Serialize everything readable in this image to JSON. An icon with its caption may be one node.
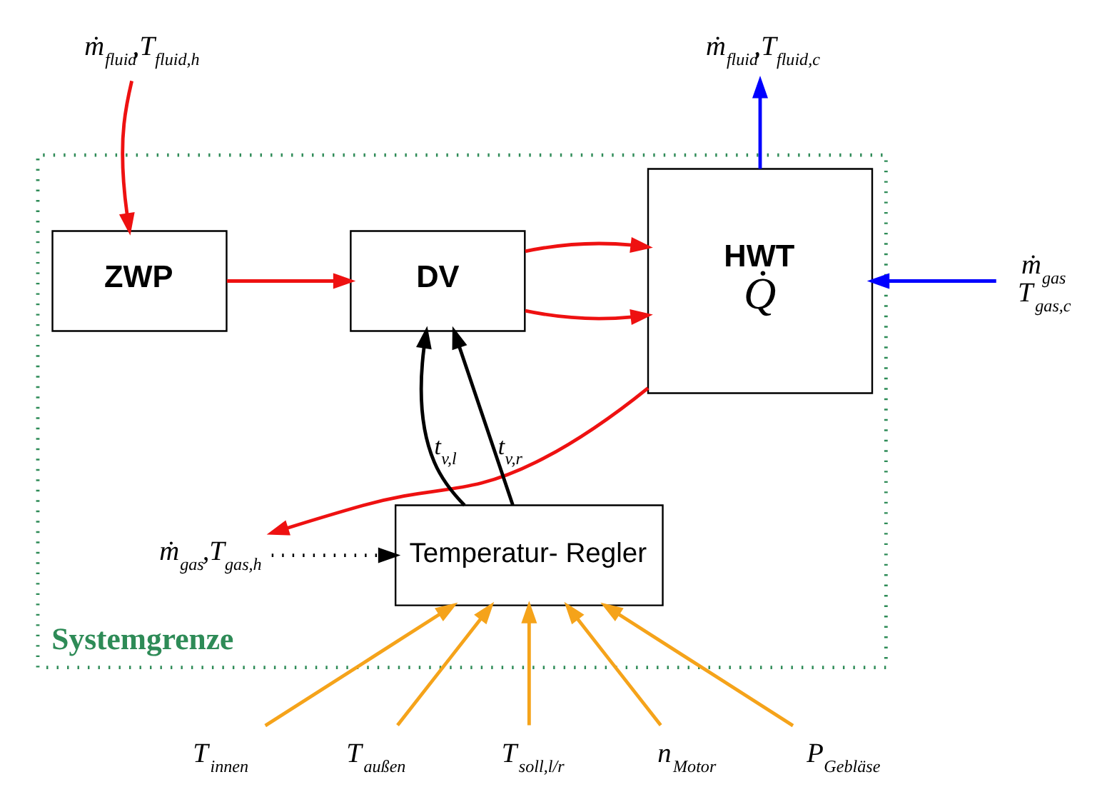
{
  "diagram": {
    "nodes": [
      {
        "text": [
          "ṁ$_{fluid}$,T$_{fluid,h}$"
        ]
      },
      {
        "text": [
          "Systemgrenze"
        ]
      },
      {
        "text": [
          "ZWP"
        ],
        "in": 1
      },
      {
        "text": [
          "DV"
        ],
        "in": 1
      },
      {
        "text": [
          "HWT",
          "Q̇"
        ],
        "in": 1
      },
      {
        "text": [
          "ṁ$_{fluid}$,T$_{fluid,c}$"
        ]
      },
      {
        "text": [
          "ṁ$_{gas}$",
          "T$_{gas,c}$"
        ]
      },
      {
        "text": [
          "ṁ$_{gas}$,T$_{gas,h}$"
        ],
        "in": 1
      },
      {
        "text": [
          "Temperatur- Regler"
        ],
        "in": 1
      },
      {
        "text": [
          "T$_{innen}$"
        ]
      },
      {
        "text": [
          "T$_{außen}$"
        ]
      },
      {
        "text": [
          "T$_{soll,l/r}$"
        ]
      },
      {
        "text": [
          "n$_{Motor}$"
        ]
      },
      {
        "text": [
          "P$_{Gebläse}$"
        ]
      }
    ],
    "edges": [
      {
        "from": 0,
        "to": 2,
        "arrow": "to"
      },
      {
        "from": 2,
        "to": 3,
        "arrow": "to"
      },
      {
        "from": 3,
        "to": 4,
        "arrow": "to"
      },
      {
        "from": 3,
        "to": 4,
        "arrow": "to"
      },
      {
        "from": 4,
        "to": 5,
        "arrow": "to",
        "color": "#0000ff"
      },
      {
        "from": 6,
        "to": 4,
        "arrow": "to",
        "color": "#0000ff"
      },
      {
        "from": 4,
        "to": 7,
        "arrow": "to"
      },
      {
        "from": 7,
        "to": 8,
        "arrow": "to",
        "style": "dashed",
        "color": "#000000"
      },
      {
        "from": 8,
        "to": 3,
        "arrow": "to",
        "label": "t$_{v,l}$",
        "color": "#000000"
      },
      {
        "from": 8,
        "to": 3,
        "arrow": "to",
        "label": "t$_{v,r}$",
        "color": "#000000"
      },
      {
        "from": 9,
        "to": 8,
        "arrow": "to",
        "color": "#f5a31a"
      },
      {
        "from": 10,
        "to": 8,
        "arrow": "to",
        "color": "#f5a31a"
      },
      {
        "from": 11,
        "to": 8,
        "arrow": "to",
        "color": "#f5a31a"
      },
      {
        "from": 12,
        "to": 8,
        "arrow": "to",
        "color": "#f5a31a"
      },
      {
        "from": 13,
        "to": 8,
        "arrow": "to",
        "color": "#f5a31a"
      }
    ]
  }
}
